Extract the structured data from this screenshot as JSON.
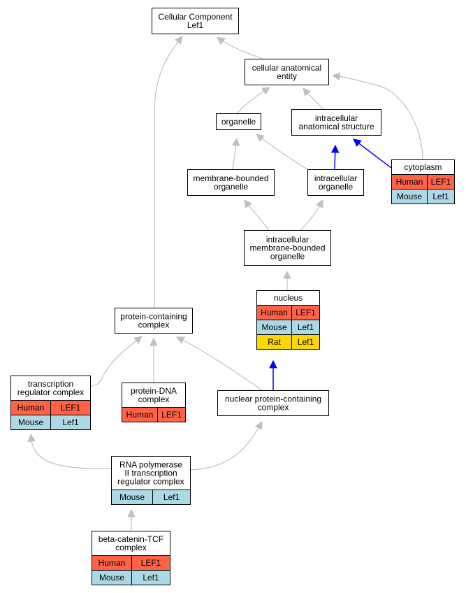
{
  "colors": {
    "human": "#fe6347",
    "mouse": "#add8e6",
    "rat": "#ffd700",
    "edge_gray": "#c0c0c0",
    "edge_blue": "#0000ff",
    "border": "#000000"
  },
  "nodes": {
    "cellular_component": {
      "lines": [
        "Cellular Component",
        "Lef1"
      ]
    },
    "cellular_anatomical_entity": {
      "lines": [
        "cellular anatomical",
        "entity"
      ]
    },
    "organelle": {
      "lines": [
        "organelle"
      ]
    },
    "intracellular_anatomical_structure": {
      "lines": [
        "intracellular",
        "anatomical structure"
      ]
    },
    "membrane_bounded_organelle": {
      "lines": [
        "membrane-bounded",
        "organelle"
      ]
    },
    "intracellular_organelle": {
      "lines": [
        "intracellular",
        "organelle"
      ]
    },
    "cytoplasm": {
      "lines": [
        "cytoplasm"
      ],
      "rows": [
        {
          "species": "Human",
          "gene": "LEF1",
          "color_key": "human"
        },
        {
          "species": "Mouse",
          "gene": "Lef1",
          "color_key": "mouse"
        }
      ]
    },
    "intracellular_membrane_bounded_organelle": {
      "lines": [
        "intracellular",
        "membrane-bounded",
        "organelle"
      ]
    },
    "nucleus": {
      "lines": [
        "nucleus"
      ],
      "rows": [
        {
          "species": "Human",
          "gene": "LEF1",
          "color_key": "human"
        },
        {
          "species": "Mouse",
          "gene": "Lef1",
          "color_key": "mouse"
        },
        {
          "species": "Rat",
          "gene": "Lef1",
          "color_key": "rat"
        }
      ]
    },
    "protein_containing_complex": {
      "lines": [
        "protein-containing",
        "complex"
      ]
    },
    "transcription_regulator_complex": {
      "lines": [
        "transcription",
        "regulator complex"
      ],
      "rows": [
        {
          "species": "Human",
          "gene": "LEF1",
          "color_key": "human"
        },
        {
          "species": "Mouse",
          "gene": "Lef1",
          "color_key": "mouse"
        }
      ]
    },
    "protein_dna_complex": {
      "lines": [
        "protein-DNA",
        "complex"
      ],
      "rows": [
        {
          "species": "Human",
          "gene": "LEF1",
          "color_key": "human"
        }
      ]
    },
    "nuclear_protein_containing_complex": {
      "lines": [
        "nuclear protein-containing",
        "complex"
      ]
    },
    "rna_pol_ii_transcription_regulator_complex": {
      "lines": [
        "RNA polymerase",
        "II transcription",
        "regulator complex"
      ],
      "rows": [
        {
          "species": "Mouse",
          "gene": "Lef1",
          "color_key": "mouse"
        }
      ]
    },
    "beta_catenin_tcf_complex": {
      "lines": [
        "beta-catenin-TCF",
        "complex"
      ],
      "rows": [
        {
          "species": "Human",
          "gene": "LEF1",
          "color_key": "human"
        },
        {
          "species": "Mouse",
          "gene": "Lef1",
          "color_key": "mouse"
        }
      ]
    }
  },
  "edges": [
    {
      "from": "cellular_anatomical_entity",
      "to": "cellular_component",
      "color_key": "edge_gray"
    },
    {
      "from": "protein_containing_complex",
      "to": "cellular_component",
      "color_key": "edge_gray"
    },
    {
      "from": "organelle",
      "to": "cellular_anatomical_entity",
      "color_key": "edge_gray"
    },
    {
      "from": "intracellular_anatomical_structure",
      "to": "cellular_anatomical_entity",
      "color_key": "edge_gray"
    },
    {
      "from": "cytoplasm",
      "to": "cellular_anatomical_entity",
      "color_key": "edge_gray"
    },
    {
      "from": "membrane_bounded_organelle",
      "to": "organelle",
      "color_key": "edge_gray"
    },
    {
      "from": "intracellular_organelle",
      "to": "organelle",
      "color_key": "edge_gray"
    },
    {
      "from": "intracellular_organelle",
      "to": "intracellular_anatomical_structure",
      "color_key": "edge_blue"
    },
    {
      "from": "cytoplasm",
      "to": "intracellular_anatomical_structure",
      "color_key": "edge_blue"
    },
    {
      "from": "intracellular_membrane_bounded_organelle",
      "to": "membrane_bounded_organelle",
      "color_key": "edge_gray"
    },
    {
      "from": "intracellular_membrane_bounded_organelle",
      "to": "intracellular_organelle",
      "color_key": "edge_gray"
    },
    {
      "from": "nucleus",
      "to": "intracellular_membrane_bounded_organelle",
      "color_key": "edge_gray"
    },
    {
      "from": "nuclear_protein_containing_complex",
      "to": "nucleus",
      "color_key": "edge_blue"
    },
    {
      "from": "transcription_regulator_complex",
      "to": "protein_containing_complex",
      "color_key": "edge_gray"
    },
    {
      "from": "protein_dna_complex",
      "to": "protein_containing_complex",
      "color_key": "edge_gray"
    },
    {
      "from": "nuclear_protein_containing_complex",
      "to": "protein_containing_complex",
      "color_key": "edge_gray"
    },
    {
      "from": "rna_pol_ii_transcription_regulator_complex",
      "to": "transcription_regulator_complex",
      "color_key": "edge_gray"
    },
    {
      "from": "rna_pol_ii_transcription_regulator_complex",
      "to": "nuclear_protein_containing_complex",
      "color_key": "edge_gray"
    },
    {
      "from": "beta_catenin_tcf_complex",
      "to": "rna_pol_ii_transcription_regulator_complex",
      "color_key": "edge_gray"
    }
  ]
}
